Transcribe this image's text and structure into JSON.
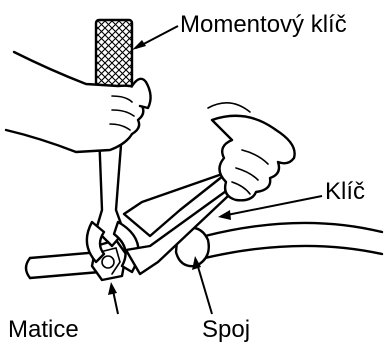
{
  "labels": {
    "torque_wrench": "Momentový klíč",
    "wrench": "Klíč",
    "nut": "Matice",
    "joint": "Spoj"
  }
}
